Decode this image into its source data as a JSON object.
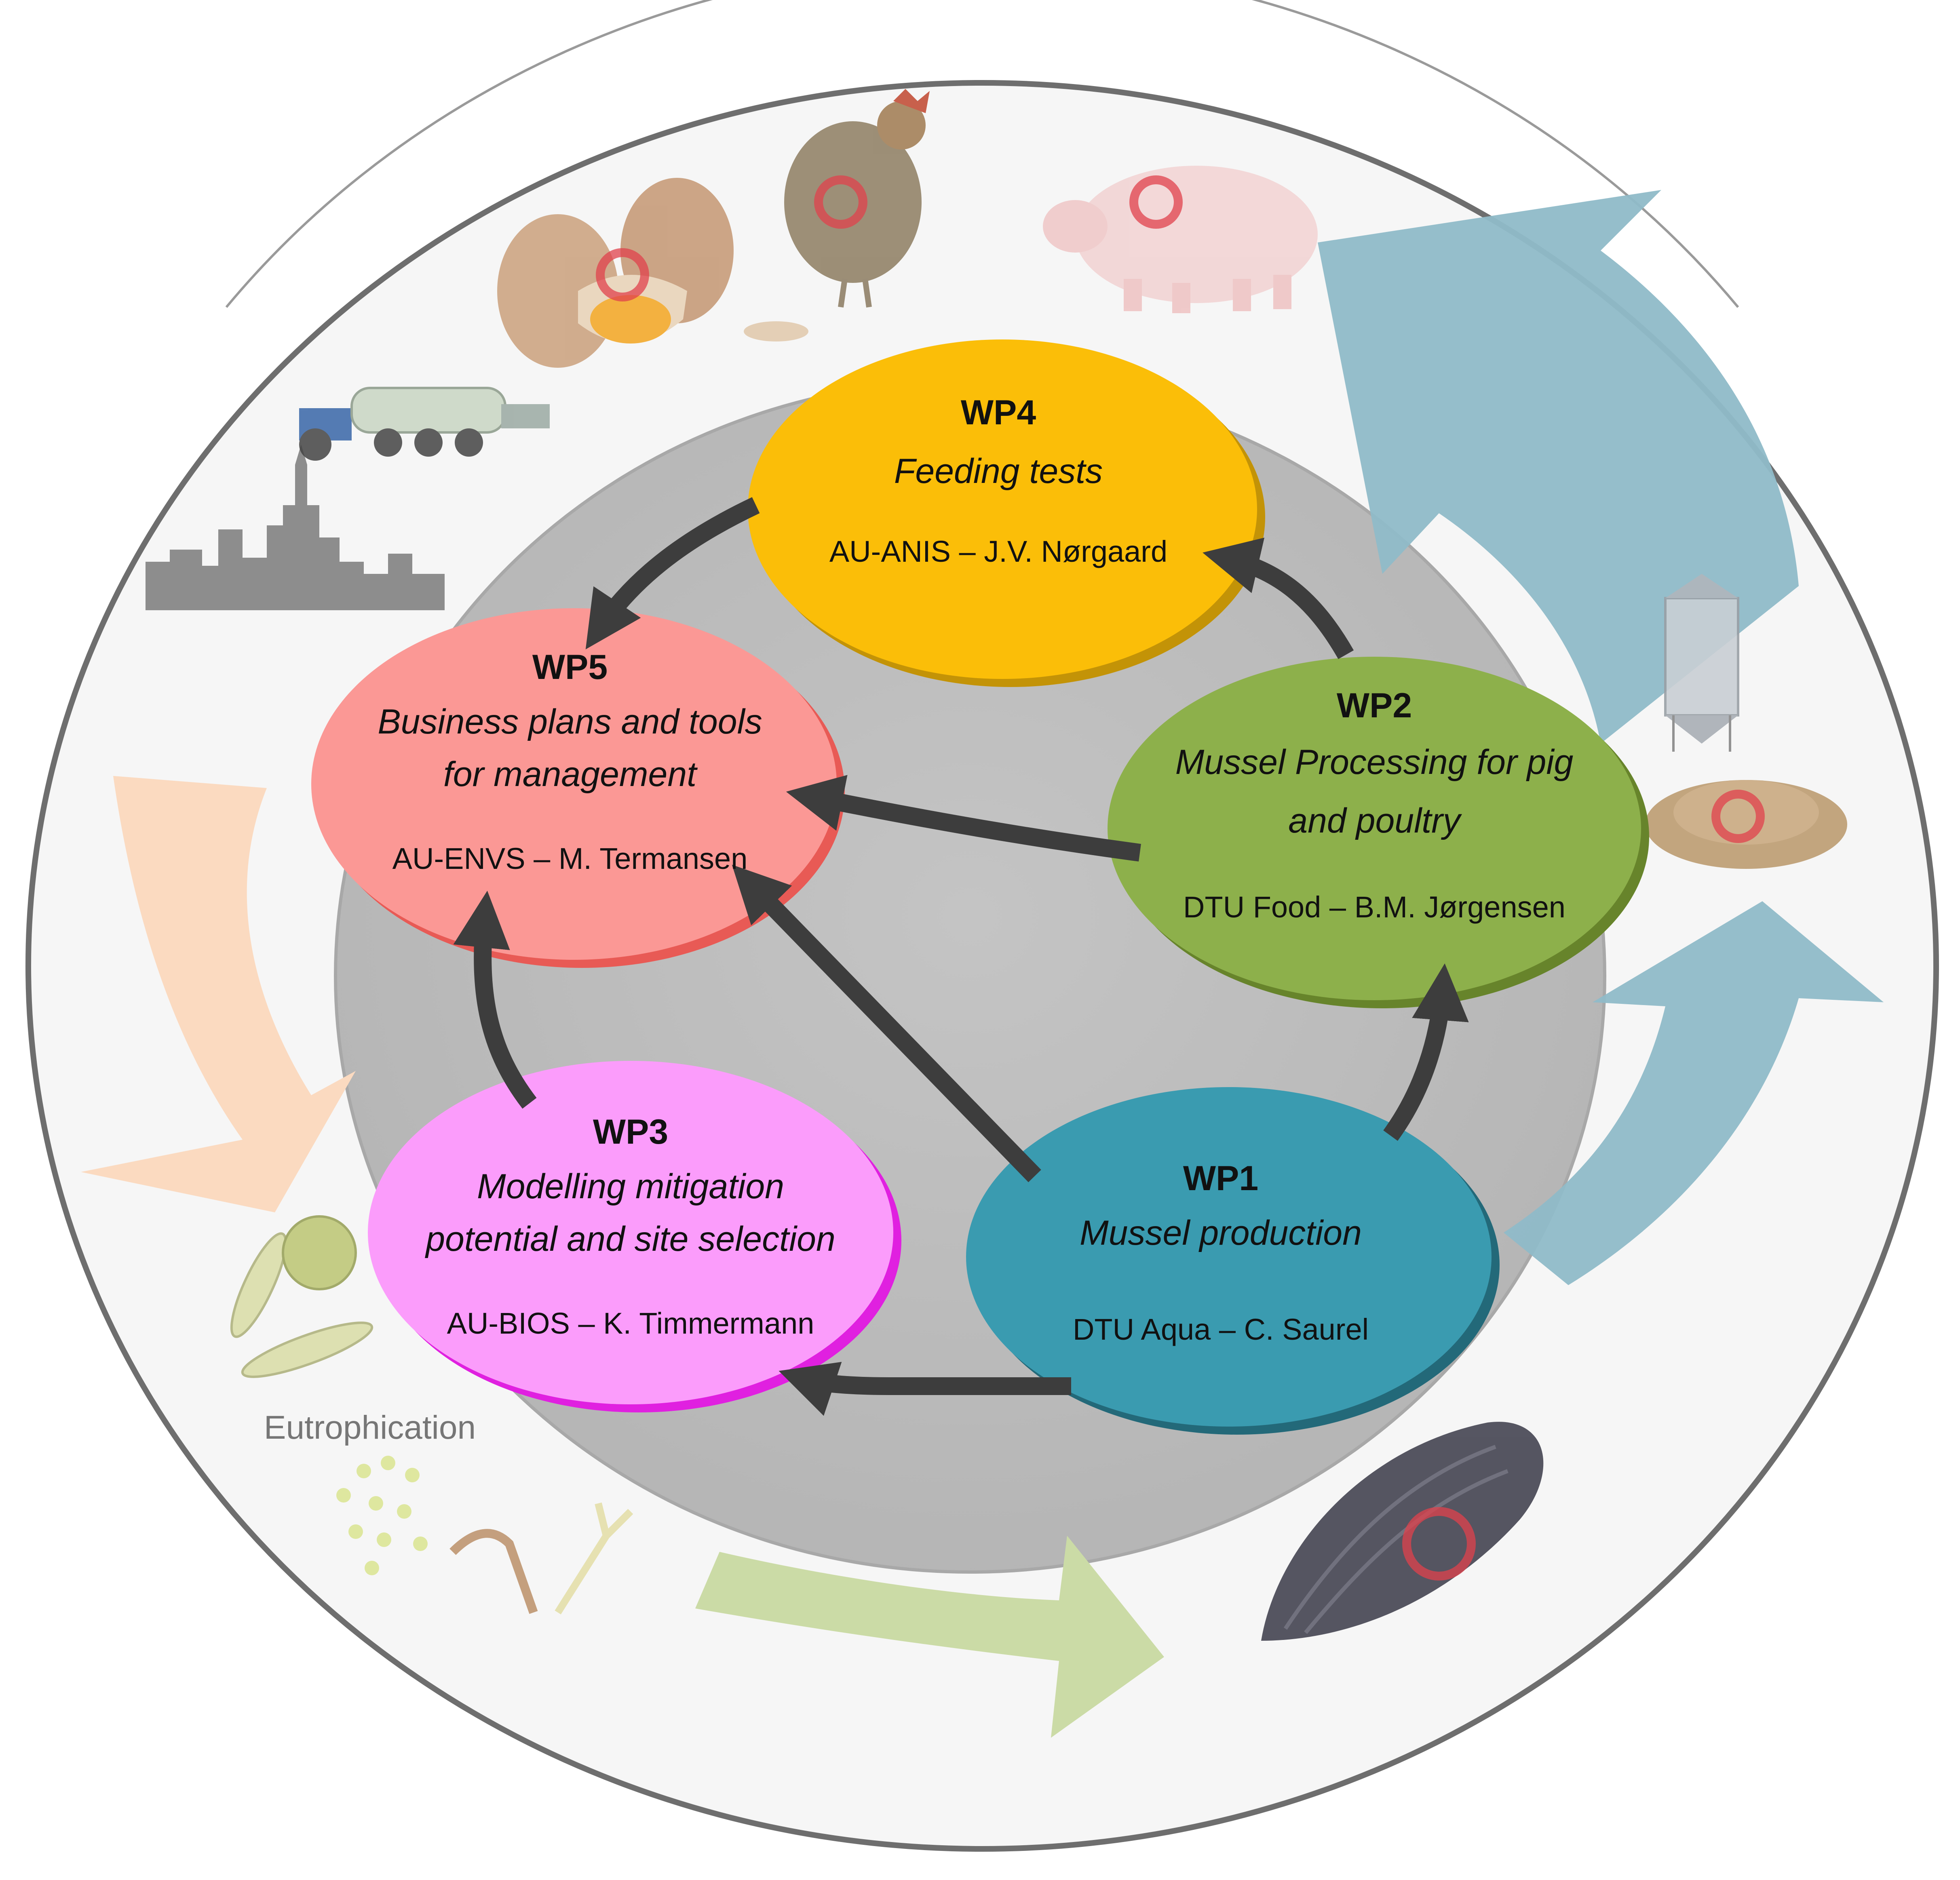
{
  "colors": {
    "outer_ring_fill": "#f6f6f6",
    "outer_ring_stroke": "#6e6e6e",
    "inner_disc": "#bdbdbd",
    "connector": "#4d4d4d",
    "wp1": "#3a9bb0",
    "wp2": "#8db04b",
    "wp3": "#fb9cfb",
    "wp4": "#fbbe08",
    "wp5": "#fb9895",
    "arrow_blue": "#8fbac8",
    "arrow_green": "#cbdba6",
    "arrow_peach": "#fbdac0",
    "caption_gray": "#767676"
  },
  "icons": [
    "eggs-icon",
    "hen-icon",
    "pig-icon",
    "tractor-slurry-tanker-icon",
    "city-skyline-icon",
    "feed-silo-icon",
    "feed-pellets-icon",
    "mussel-icon",
    "algae-icon",
    "plankton-icon",
    "quality-seal-icon"
  ],
  "wp4": {
    "title": "WP4",
    "subtitle": "Feeding tests",
    "lead": "AU-ANIS – J.V. Nørgaard"
  },
  "wp5": {
    "title": "WP5",
    "subtitle_line1": "Business plans and tools",
    "subtitle_line2": "for management",
    "lead": "AU-ENVS – M. Termansen"
  },
  "wp2": {
    "title": "WP2",
    "subtitle_line1": "Mussel Processing for pig",
    "subtitle_line2": "and poultry",
    "lead": "DTU Food – B.M. Jørgensen"
  },
  "wp3": {
    "title": "WP3",
    "subtitle_line1": "Modelling mitigation",
    "subtitle_line2": "potential and site selection",
    "lead": "AU-BIOS – K. Timmermann"
  },
  "wp1": {
    "title": "WP1",
    "subtitle": "Mussel production",
    "lead": "DTU Aqua – C. Saurel"
  },
  "eutrophication_label": "Eutrophication"
}
